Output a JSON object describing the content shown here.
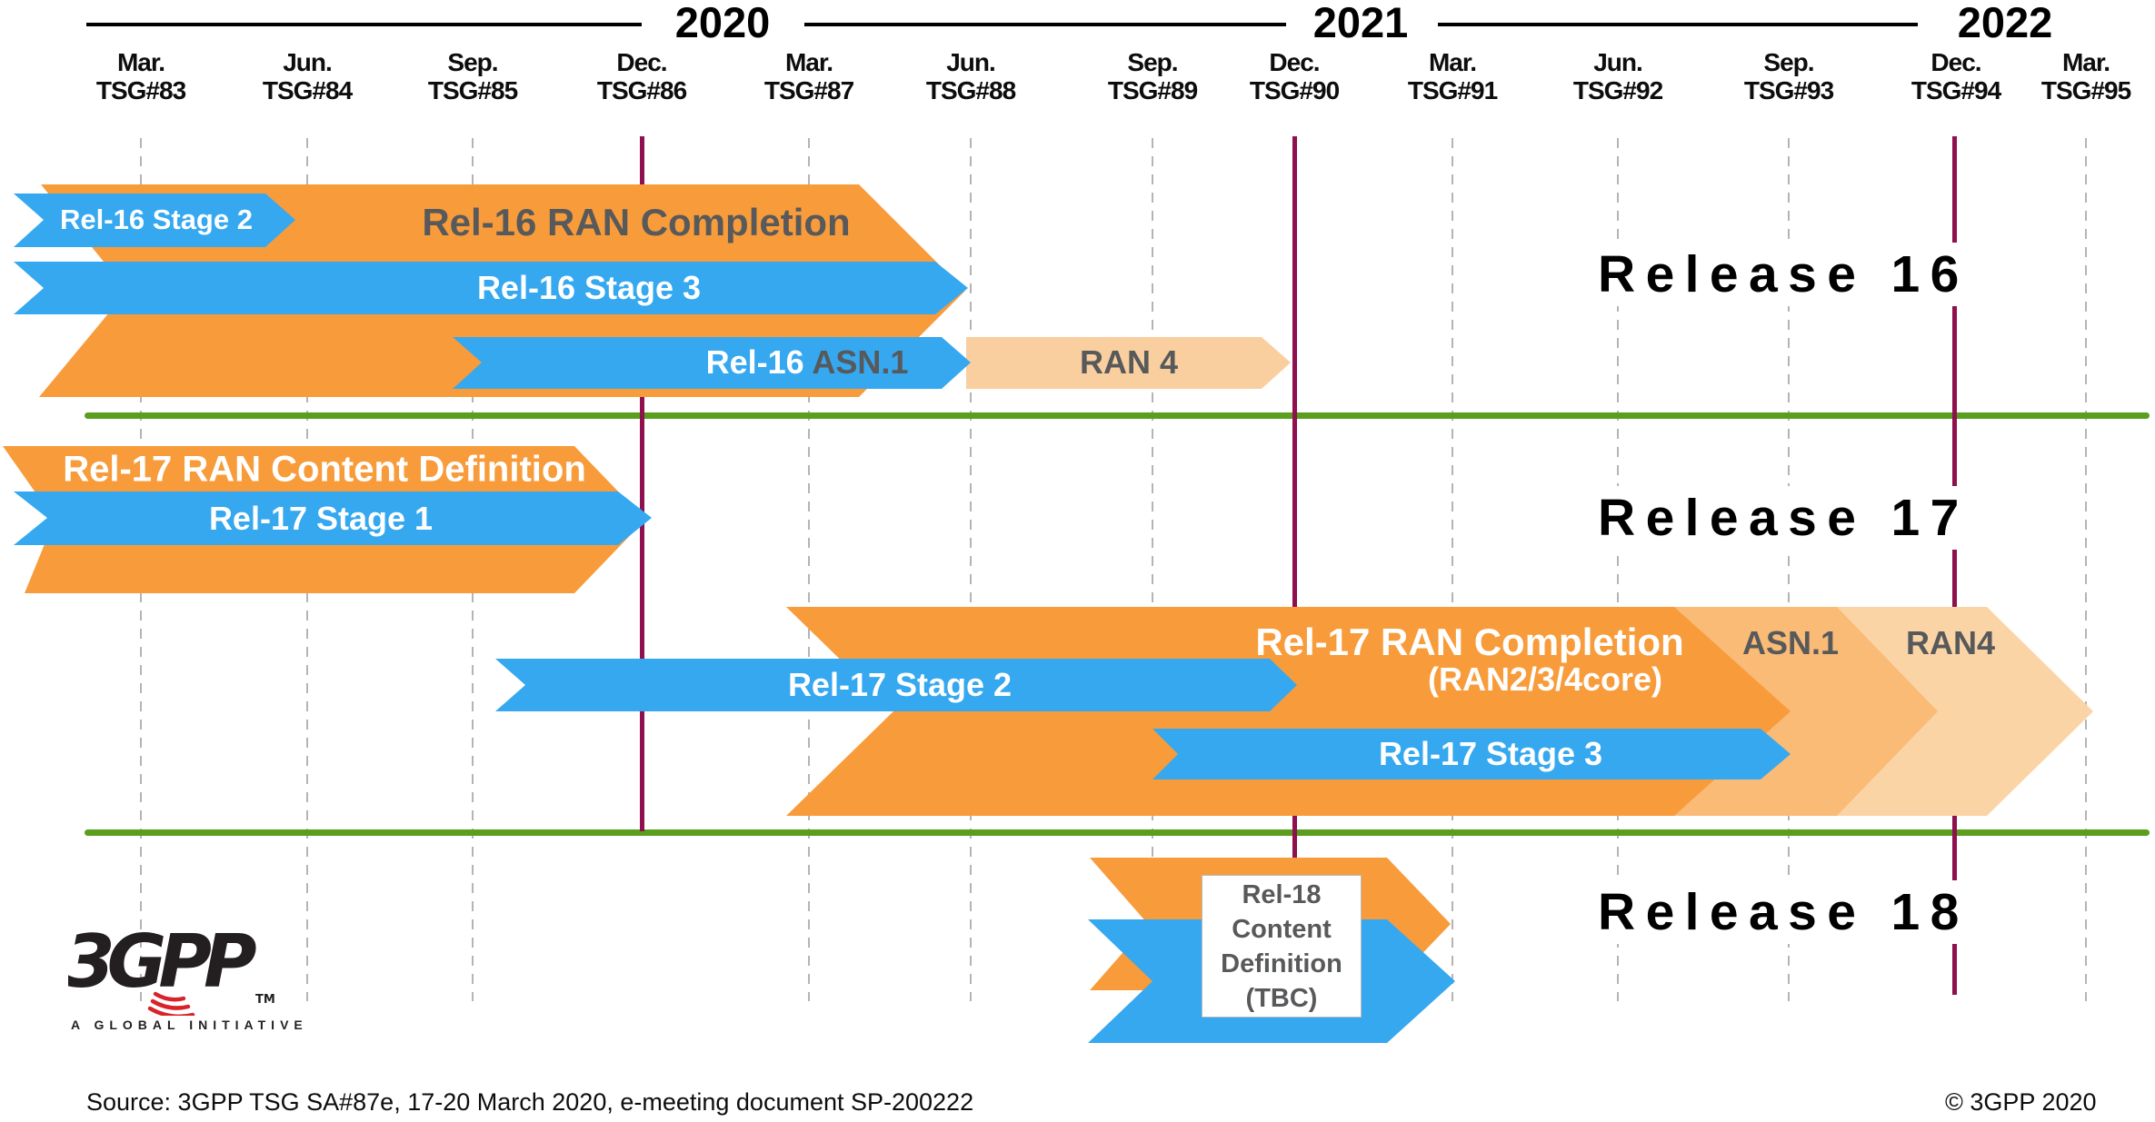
{
  "header": {
    "years": [
      "2020",
      "2021",
      "2022"
    ]
  },
  "columns": [
    {
      "month": "Mar.",
      "meeting": "TSG#83"
    },
    {
      "month": "Jun.",
      "meeting": "TSG#84"
    },
    {
      "month": "Sep.",
      "meeting": "TSG#85"
    },
    {
      "month": "Dec.",
      "meeting": "TSG#86"
    },
    {
      "month": "Mar.",
      "meeting": "TSG#87"
    },
    {
      "month": "Jun.",
      "meeting": "TSG#88"
    },
    {
      "month": "Sep.",
      "meeting": "TSG#89"
    },
    {
      "month": "Dec.",
      "meeting": "TSG#90"
    },
    {
      "month": "Mar.",
      "meeting": "TSG#91"
    },
    {
      "month": "Jun.",
      "meeting": "TSG#92"
    },
    {
      "month": "Sep.",
      "meeting": "TSG#93"
    },
    {
      "month": "Dec.",
      "meeting": "TSG#94"
    },
    {
      "month": "Mar.",
      "meeting": "TSG#95"
    }
  ],
  "release16": {
    "label": "Release 16",
    "ran_completion": "Rel-16 RAN Completion",
    "stage2": "Rel-16 Stage 2",
    "stage3": "Rel-16 Stage 3",
    "asn1_prefix": "Rel-16",
    "asn1_suffix": " ASN.1",
    "ran4": "RAN 4"
  },
  "release17": {
    "label": "Release 17",
    "content_definition": "Rel-17 RAN Content Definition",
    "stage1": "Rel-17 Stage 1",
    "stage2": "Rel-17 Stage 2",
    "stage3": "Rel-17 Stage 3",
    "completion_line1": "Rel-17 RAN Completion",
    "completion_line2": "(RAN2/3/4core)",
    "asn1": "ASN.1",
    "ran4": "RAN4"
  },
  "release18": {
    "label": "Release 18",
    "box_line1": "Rel-18",
    "box_line2": "Content",
    "box_line3": "Definition",
    "box_line4": "(TBC)"
  },
  "logo": {
    "text": "3GPP",
    "tm": "TM",
    "tagline": "A GLOBAL INITIATIVE"
  },
  "footer": {
    "source": "Source: 3GPP TSG SA#87e, 17-20 March 2020, e-meeting document SP-200222",
    "copyright": "© 3GPP 2020"
  },
  "colors": {
    "orange": "#F89C3B",
    "orange_mid": "#FABB77",
    "orange_pale": "#FBD4A6",
    "orange_ran4": "#FACFA0",
    "blue": "#35A8F0",
    "maroon": "#8F104F",
    "green": "#5A9E1E",
    "gray_text": "#58595B"
  }
}
